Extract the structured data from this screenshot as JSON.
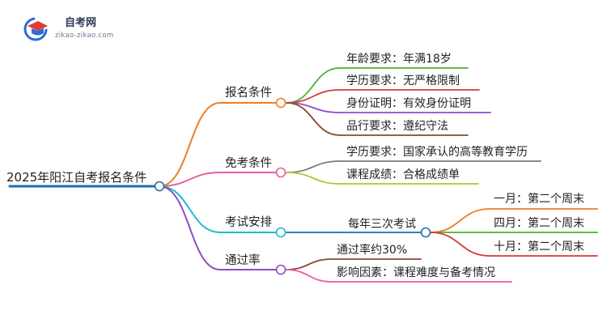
{
  "logo": {
    "name": "自考网",
    "url": "zikao-zikao.com",
    "icon": "graduation-cap-icon",
    "colors": {
      "blue": "#2d6bd6",
      "red": "#e03c31"
    }
  },
  "mindmap": {
    "root": {
      "label": "2025年阳江自考报名条件",
      "color": "#1f6fa8"
    },
    "branches": [
      {
        "label": "报名条件",
        "color": "#ee7d24",
        "children": [
          {
            "label": "年龄要求：年满18岁",
            "color": "#4caf3a"
          },
          {
            "label": "学历要求：无严格限制",
            "color": "#d93a3a"
          },
          {
            "label": "身份证明：有效身份证明",
            "color": "#8e4cc7"
          },
          {
            "label": "品行要求：遵纪守法",
            "color": "#8b4a2c"
          }
        ]
      },
      {
        "label": "免考条件",
        "color": "#e95aa6",
        "children": [
          {
            "label": "学历要求：国家承认的高等教育学历",
            "color": "#7a7a7a"
          },
          {
            "label": "课程成绩：合格成绩单",
            "color": "#b8c030"
          }
        ]
      },
      {
        "label": "考试安排",
        "color": "#1fbcc9",
        "children": [
          {
            "label": "每年三次考试",
            "color": "#1f6fa8",
            "children": [
              {
                "label": "一月：第二个周末",
                "color": "#ee7d24"
              },
              {
                "label": "四月：第二个周末",
                "color": "#4caf3a"
              },
              {
                "label": "十月：第二个周末",
                "color": "#d93a3a"
              }
            ]
          }
        ]
      },
      {
        "label": "通过率",
        "color": "#8e4cc7",
        "children": [
          {
            "label": "通过率约30%",
            "color": "#8b4a2c"
          },
          {
            "label": "影响因素：课程难度与备考情况",
            "color": "#e95aa6"
          }
        ]
      }
    ]
  }
}
